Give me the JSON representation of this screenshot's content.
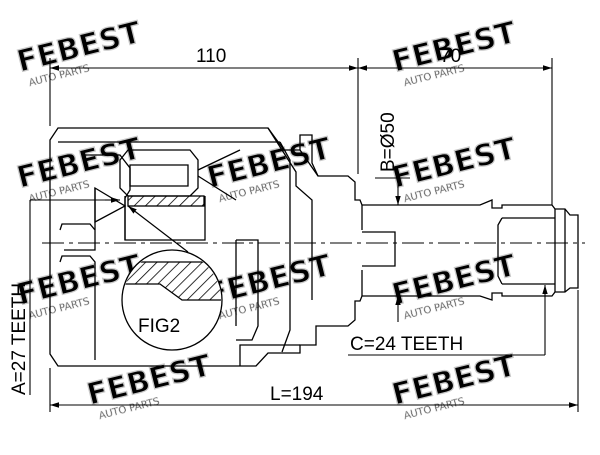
{
  "dimensions": {
    "upper_left": "110",
    "upper_right": "70",
    "shaft_diameter": "B=Ø50",
    "inner_splines": "A=27 TEETH",
    "outer_splines": "C=24 TEETH",
    "overall_length": "L=194"
  },
  "detail_label": "FIG2",
  "watermark": {
    "brand": "FEBEST",
    "tagline": "AUTO PARTS"
  },
  "colors": {
    "line": "#000000",
    "watermark": "#c8c8c8",
    "background": "#ffffff"
  }
}
